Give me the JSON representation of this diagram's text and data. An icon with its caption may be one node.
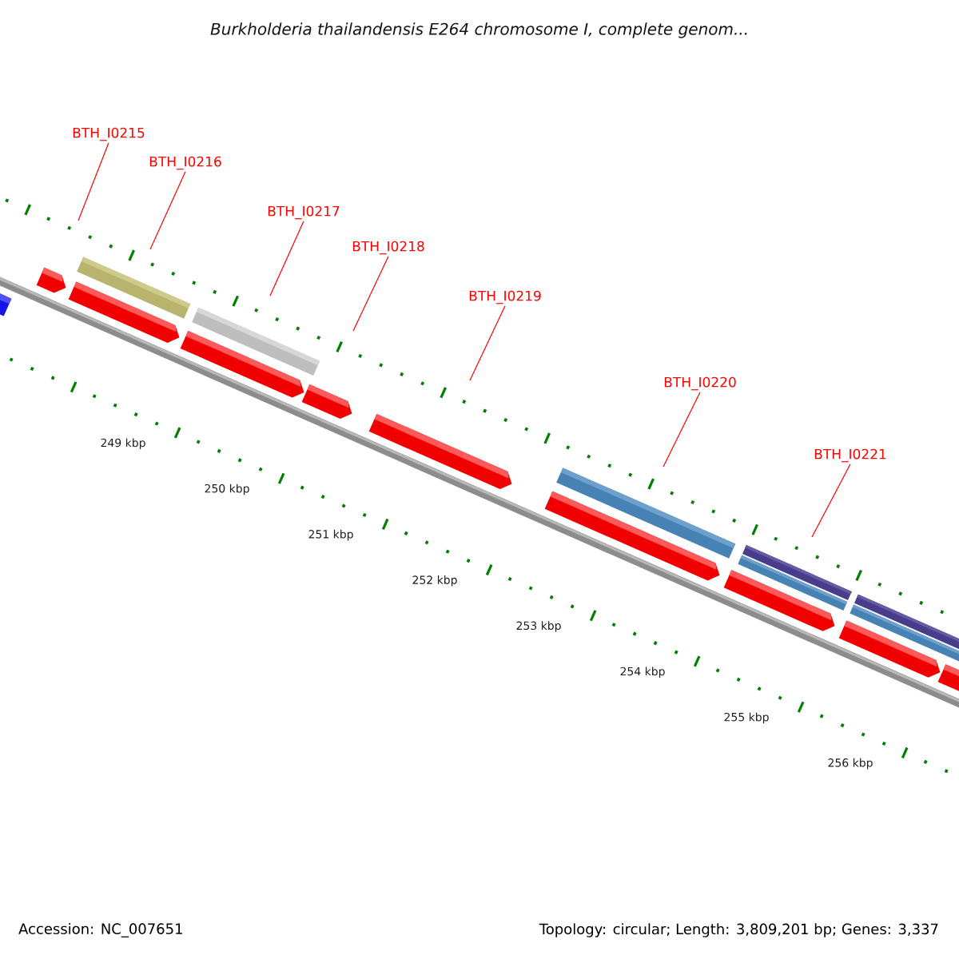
{
  "diagram": {
    "title": "Burkholderia thailandensis E264 chromosome I, complete genom...",
    "nodes": [
      {
        "text": [
          "BTH_I0215"
        ]
      },
      {
        "text": [
          "BTH_I0216"
        ]
      },
      {
        "text": [
          "BTH_I0217"
        ]
      },
      {
        "text": [
          "BTH_I0218"
        ]
      },
      {
        "text": [
          "BTH_I0219"
        ]
      },
      {
        "text": [
          "BTH_I0220"
        ]
      },
      {
        "text": [
          "BTH_I0221"
        ]
      }
    ],
    "edges": [
      {
        "from": 0,
        "to": null,
        "arrow": "none"
      },
      {
        "from": 1,
        "to": null,
        "arrow": "none"
      },
      {
        "from": 2,
        "to": null,
        "arrow": "none"
      },
      {
        "from": 3,
        "to": null,
        "arrow": "none"
      },
      {
        "from": 4,
        "to": null,
        "arrow": "none"
      },
      {
        "from": 5,
        "to": null,
        "arrow": "none"
      },
      {
        "from": 6,
        "to": null,
        "arrow": "none"
      }
    ],
    "labels": [
      "249 kbp",
      "250 kbp",
      "251 kbp",
      "252 kbp",
      "253 kbp",
      "254 kbp",
      "255 kbp",
      "256 kbp",
      "Accession: NC_007651",
      "Topology: circular; Length: 3,809,201 bp; Genes: 3,337"
    ]
  }
}
